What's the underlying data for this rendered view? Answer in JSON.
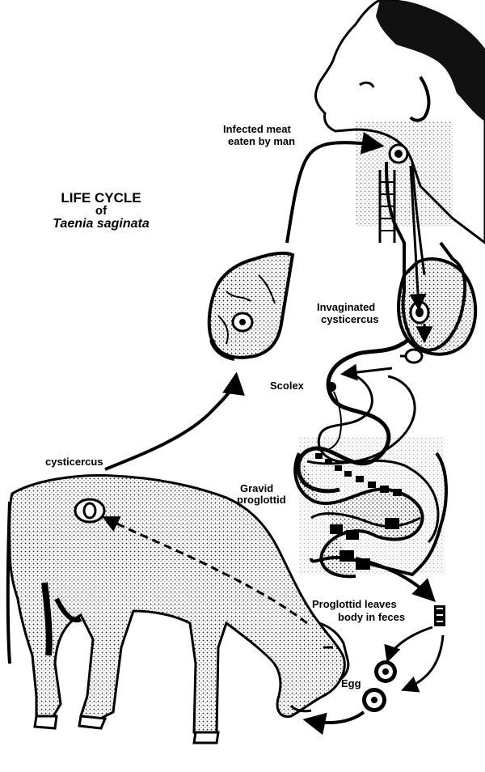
{
  "title": {
    "line1": "LIFE CYCLE",
    "line2": "of",
    "line3": "Taenia saginata"
  },
  "labels": {
    "infected_meat": "Infected meat",
    "eaten_by_man": "eaten by man",
    "invaginated": "Invaginated",
    "cysticercus_stage": "cysticercus",
    "scolex": "Scolex",
    "cysticercus_cow": "cysticercus",
    "gravid": "Gravid",
    "proglottid": "proglottid",
    "proglottid_leaves": "Proglottid leaves",
    "body_in_feces": "body in feces",
    "egg": "Egg"
  },
  "colors": {
    "ink": "#000000",
    "paper": "#ffffff",
    "stipple": "#555555"
  }
}
